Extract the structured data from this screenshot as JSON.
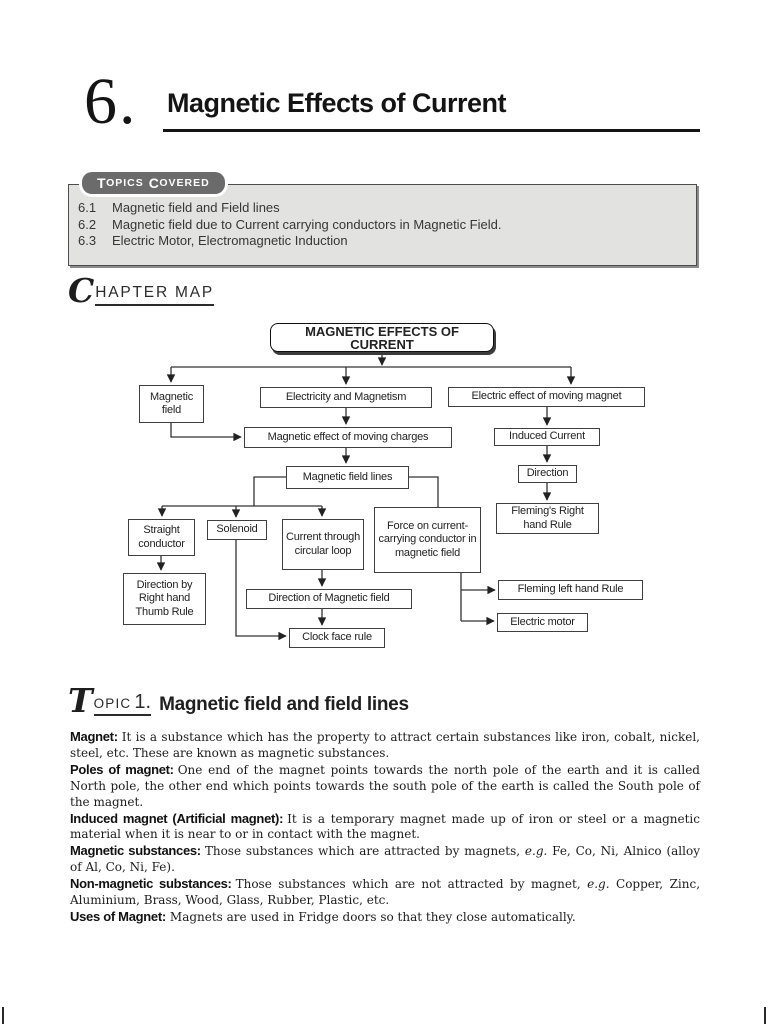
{
  "header": {
    "chapter_number": "6.",
    "chapter_title": "Magnetic Effects of Current"
  },
  "topics_covered": {
    "label_initial_1": "T",
    "label_rest_1": "OPICS",
    "label_initial_2": "C",
    "label_rest_2": "OVERED",
    "items": [
      {
        "num": "6.1",
        "text": "Magnetic field and Field lines"
      },
      {
        "num": "6.2",
        "text": "Magnetic field due to Current carrying conductors in Magnetic Field."
      },
      {
        "num": "6.3",
        "text": "Electric Motor, Electromagnetic Induction"
      }
    ]
  },
  "chapter_map": {
    "heading_initial": "C",
    "heading_rest": "HAPTER MAP",
    "nodes": {
      "root": "MAGNETIC EFFECTS OF CURRENT",
      "magnetic_field": "Magnetic field",
      "electricity_magnetism": "Electricity and Magnetism",
      "electric_effect": "Electric effect of moving magnet",
      "moving_charges": "Magnetic effect of moving charges",
      "induced_current": "Induced Current",
      "field_lines": "Magnetic field lines",
      "direction": "Direction",
      "straight_conductor": "Straight conductor",
      "solenoid": "Solenoid",
      "circular_loop": "Current through circular loop",
      "force_conductor": "Force on current-carrying conductor in magnetic field",
      "flemings_right": "Fleming's Right hand Rule",
      "thumb_rule": "Direction by Right hand Thumb Rule",
      "direction_field": "Direction of Magnetic field",
      "fleming_left": "Fleming left hand Rule",
      "electric_motor": "Electric motor",
      "clock_face": "Clock face rule"
    }
  },
  "topic1": {
    "heading_initial": "T",
    "heading_word": "OPIC",
    "heading_num": "1.",
    "title": "Magnetic field and field lines",
    "paragraphs": [
      {
        "term": "Magnet:",
        "text": "It is a substance which has the property to attract certain substances like iron, cobalt, nickel, steel, etc. These are known as magnetic substances."
      },
      {
        "term": "Poles of magnet:",
        "text": "One end of the magnet points towards the north pole of the earth and it is called North pole, the other end which points towards the south pole of the earth is called the South pole of the magnet."
      },
      {
        "term": "Induced magnet (Artificial magnet):",
        "text": "It is a temporary magnet made up of iron or steel or a magnetic material when it is near to or in contact with the magnet."
      },
      {
        "term": "Magnetic substances:",
        "pre": "Those substances which are attracted by magnets, ",
        "eg": "e.g.",
        "post": " Fe, Co, Ni, Alnico (alloy of Al, Co, Ni, Fe)."
      },
      {
        "term": "Non-magnetic substances:",
        "pre": "Those substances which are not attracted by magnet, ",
        "eg": "e.g.",
        "post": " Copper, Zinc, Aluminium, Brass, Wood, Glass, Rubber, Plastic, etc."
      },
      {
        "term": "Uses of Magnet:",
        "text": "Magnets are used in Fridge doors so that they close automatically."
      }
    ]
  }
}
